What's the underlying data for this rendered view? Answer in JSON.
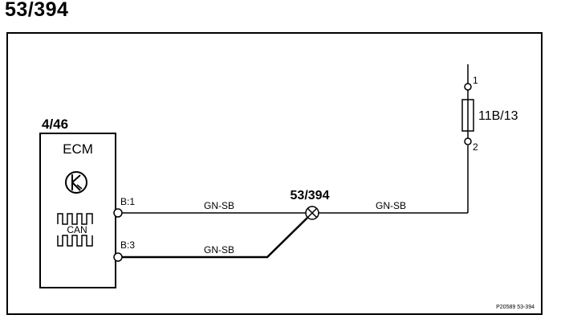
{
  "title": "53/394",
  "ecm": {
    "ref": "4/46",
    "name": "ECM",
    "can_label": "CAN",
    "pin1": "B:1",
    "pin3": "B:3",
    "icon": "k-line-icon"
  },
  "fuse": {
    "ref": "11B/13",
    "pin_top": "1",
    "pin_bottom": "2"
  },
  "splice": {
    "ref": "53/394",
    "icon": "splice-cross-icon"
  },
  "wires": {
    "ecm_pin1_to_splice": "GN-SB",
    "splice_to_fuse": "GN-SB",
    "ecm_pin3_to_splice": "GN-SB"
  },
  "footer": {
    "drawing_code": "P20589 53-394"
  },
  "colors": {
    "line": "#000000",
    "background": "#ffffff"
  }
}
